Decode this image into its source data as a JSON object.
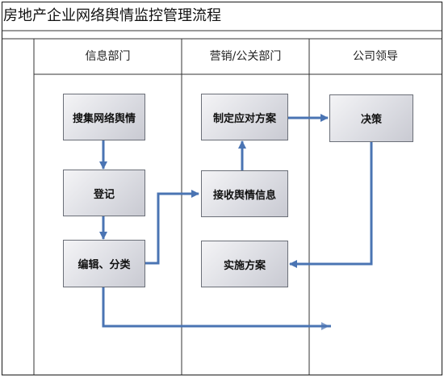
{
  "title": "房地产企业网络舆情监控管理流程",
  "lanes": {
    "info": "信息部门",
    "marketing": "营销/公关部门",
    "leaders": "公司领导"
  },
  "nodes": {
    "collect": "搜集网络舆情",
    "register": "登记",
    "edit": "编辑、分类",
    "plan": "制定应对方案",
    "receive": "接收舆情信息",
    "implement": "实施方案",
    "decision": "决策"
  },
  "colors": {
    "arrow": "#4a74b3",
    "border": "#333333",
    "box_fill_light": "#f4f4f6",
    "box_fill_dark": "#c9cad2",
    "box_border": "#6b6f78"
  }
}
